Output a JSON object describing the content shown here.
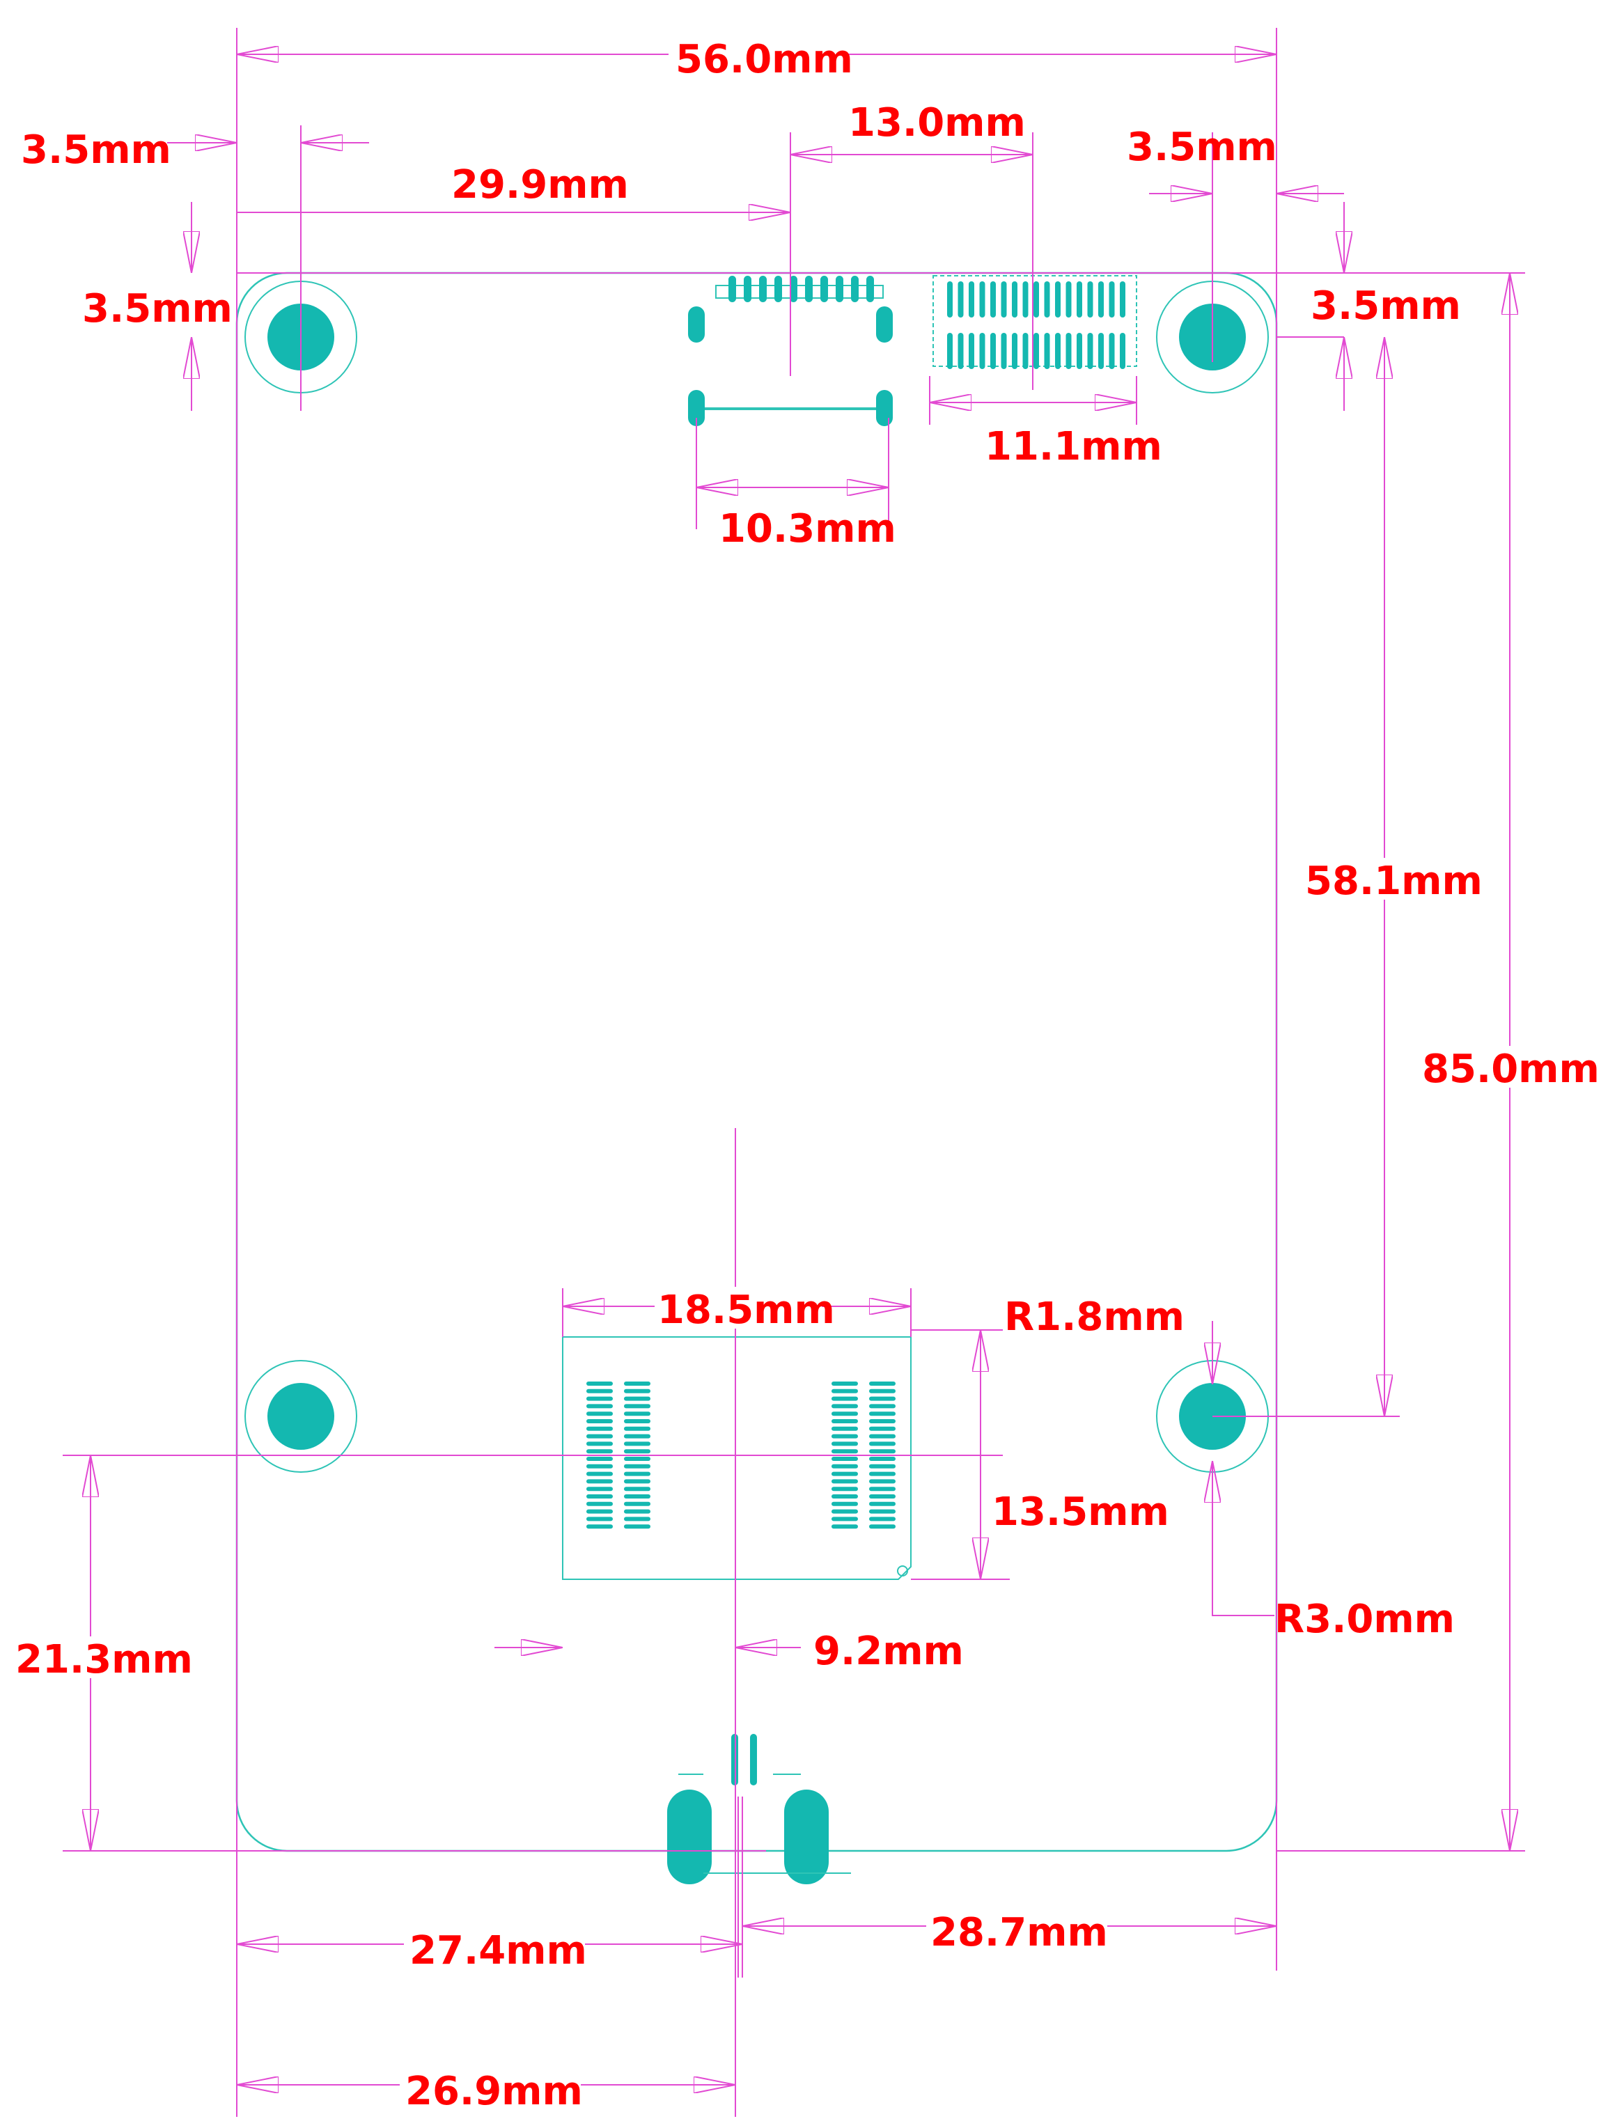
{
  "colors": {
    "board_outline": "#2ec4b6",
    "pad_fill": "#14b8b0",
    "dimension_line": "#e24ad2",
    "dimension_text": "#ff0000"
  },
  "dimensions": {
    "board_width": "56.0mm",
    "board_height": "85.0mm",
    "left_hole_x_offset": "3.5mm",
    "top_hole_y_offset": "3.5mm",
    "right_hole_x_offset": "3.5mm",
    "right_hole_y_offset": "3.5mm",
    "connector_a_x_offset": "29.9mm",
    "connector_ab_spacing": "13.0mm",
    "connector_a_width": "10.3mm",
    "connector_b_width": "11.1mm",
    "hole_vertical_spacing": "58.1mm",
    "hole_pad_radius": "R1.8mm",
    "hole_ring_radius": "R3.0mm",
    "module_width": "18.5mm",
    "module_height": "13.5mm",
    "module_center_offset": "9.2mm",
    "module_y_offset": "21.3mm",
    "usb_left_offset": "27.4mm",
    "usb_right_offset": "28.7mm",
    "usb_center_offset": "26.9mm"
  }
}
